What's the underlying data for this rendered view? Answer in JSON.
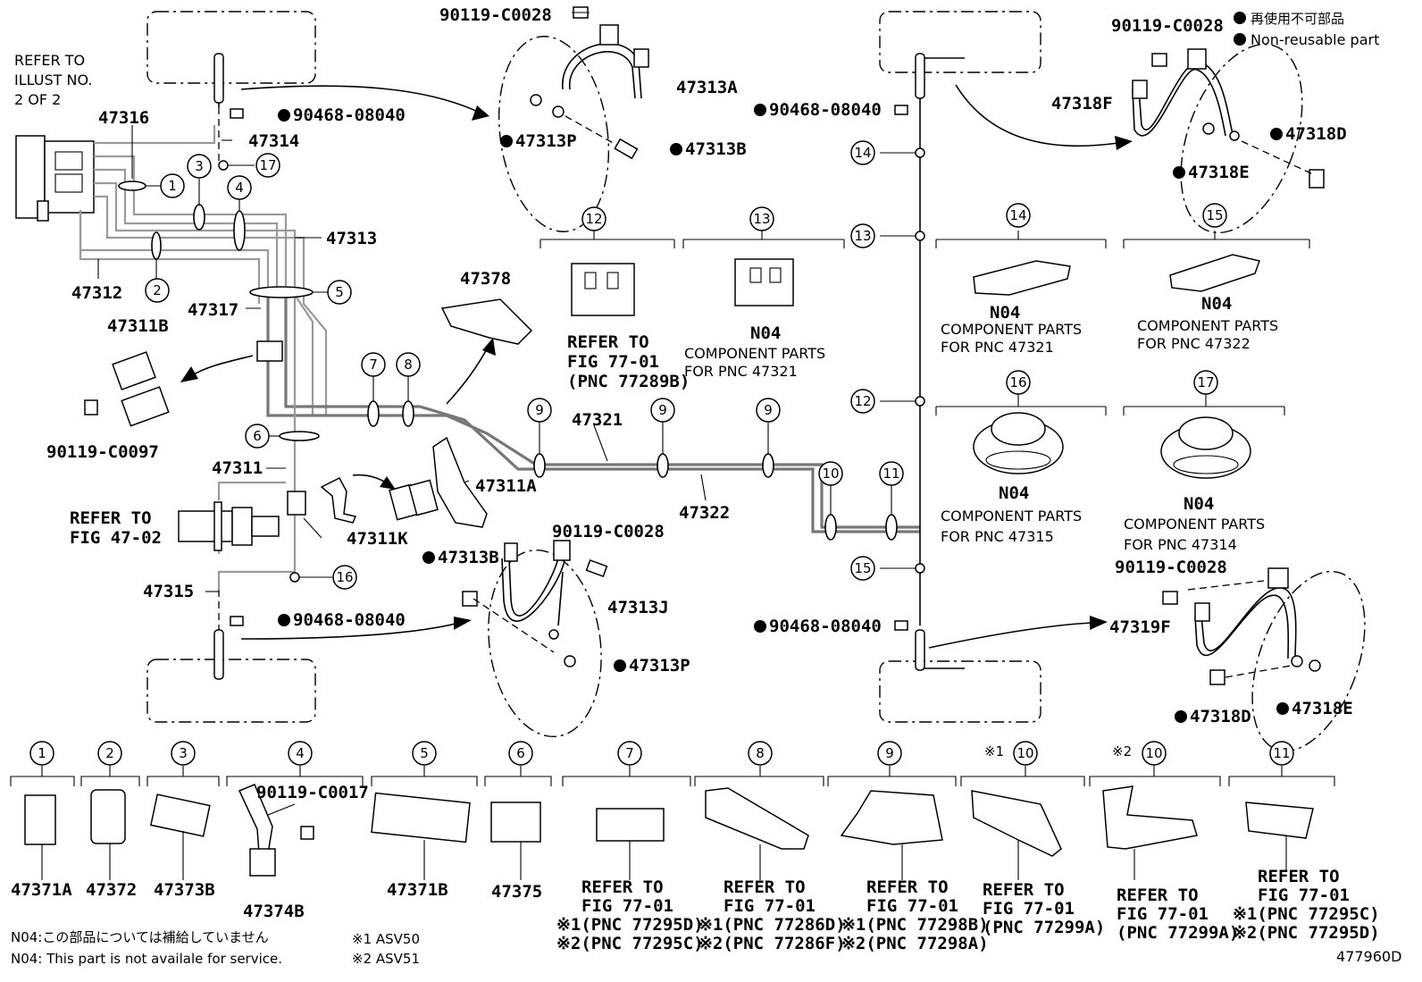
{
  "illustration_id": "477960D",
  "legend": {
    "jp": "再使用不可部品",
    "en": "Non-reusable part"
  },
  "footnotes": {
    "n04_jp": "N04:この部品については補給していません",
    "n04_en": "N04: This part is not availale for service.",
    "asv50": "※1 ASV50",
    "asv51": "※2 ASV51"
  },
  "top_left_ref": {
    "line1": "REFER TO",
    "line2": "ILLUST NO.",
    "line3": "2 OF 2"
  },
  "master_cyl_ref": {
    "line1": "REFER TO",
    "line2": "FIG 47-02"
  },
  "labels": {
    "p47316": "47316",
    "p47314": "47314",
    "p90468_a": "90468-08040",
    "p47313": "47313",
    "p47312": "47312",
    "p47317": "47317",
    "p47311B": "47311B",
    "p90119_C0097": "90119-C0097",
    "p47311": "47311",
    "p47311K": "47311K",
    "p47315": "47315",
    "p90468_b": "90468-08040",
    "p90119_C0028_a": "90119-C0028",
    "p47313A": "47313A",
    "p47313P_a": "47313P",
    "p47313B_a": "47313B",
    "p47378": "47378",
    "p47311A": "47311A",
    "p47321": "47321",
    "p47322": "47322",
    "p90119_C0028_b": "90119-C0028",
    "p47313B_b": "47313B",
    "p47313J": "47313J",
    "p47313P_b": "47313P",
    "p90468_c": "90468-08040",
    "p90468_d": "90468-08040",
    "p90119_C0028_c": "90119-C0028",
    "p47318F": "47318F",
    "p47318D_a": "47318D",
    "p47318E_a": "47318E",
    "p90119_C0028_d": "90119-C0028",
    "p47319F": "47319F",
    "p47318D_b": "47318D",
    "p47318E_b": "47318E"
  },
  "callouts": {
    "c12": {
      "num": "12",
      "l1": "REFER TO",
      "l2": "FIG 77-01",
      "l3": "(PNC 77289B)"
    },
    "c13": {
      "num": "13",
      "l1": "N04",
      "l2": "COMPONENT PARTS",
      "l3": "FOR PNC 47321"
    },
    "c14": {
      "num": "14",
      "l1": "N04",
      "l2": "COMPONENT PARTS",
      "l3": "FOR PNC 47321"
    },
    "c15": {
      "num": "15",
      "l1": "N04",
      "l2": "COMPONENT PARTS",
      "l3": "FOR PNC 47322"
    },
    "c16": {
      "num": "16",
      "l1": "N04",
      "l2": "COMPONENT PARTS",
      "l3": "FOR PNC 47315"
    },
    "c17": {
      "num": "17",
      "l1": "N04",
      "l2": "COMPONENT PARTS",
      "l3": "FOR PNC 47314"
    }
  },
  "bottom_parts": [
    {
      "num": "1",
      "pnc": "47371A"
    },
    {
      "num": "2",
      "pnc": "47372"
    },
    {
      "num": "3",
      "pnc": "47373B"
    },
    {
      "num": "4",
      "pnc": "47374B",
      "extra": "90119-C0017"
    },
    {
      "num": "5",
      "pnc": "47371B"
    },
    {
      "num": "6",
      "pnc": "47375"
    },
    {
      "num": "7",
      "l1": "REFER TO",
      "l2": "FIG 77-01",
      "l3": "※1(PNC 77295D)",
      "l4": "※2(PNC 77295C)"
    },
    {
      "num": "8",
      "l1": "REFER TO",
      "l2": "FIG 77-01",
      "l3": "※1(PNC 77286D)",
      "l4": "※2(PNC 77286F)"
    },
    {
      "num": "9",
      "l1": "REFER TO",
      "l2": "FIG 77-01",
      "l3": "※1(PNC 77298B)",
      "l4": "※2(PNC 77298A)"
    },
    {
      "num": "10",
      "prefix": "※1",
      "l1": "REFER TO",
      "l2": "FIG 77-01",
      "l3": "(PNC 77299A)"
    },
    {
      "num": "10",
      "prefix": "※2",
      "l1": "REFER TO",
      "l2": "FIG 77-01",
      "l3": "(PNC 77299A)"
    },
    {
      "num": "11",
      "l1": "REFER TO",
      "l2": "FIG 77-01",
      "l3": "※1(PNC 77295C)",
      "l4": "※2(PNC 77295D)"
    }
  ],
  "diagram_nums": {
    "n1": "1",
    "n2": "2",
    "n3": "3",
    "n4": "4",
    "n5": "5",
    "n6": "6",
    "n7": "7",
    "n8": "8",
    "n9a": "9",
    "n9b": "9",
    "n9c": "9",
    "n10": "10",
    "n11": "11",
    "n12": "12",
    "n13": "13",
    "n14": "14",
    "n15": "15",
    "n16": "16",
    "n17": "17"
  }
}
